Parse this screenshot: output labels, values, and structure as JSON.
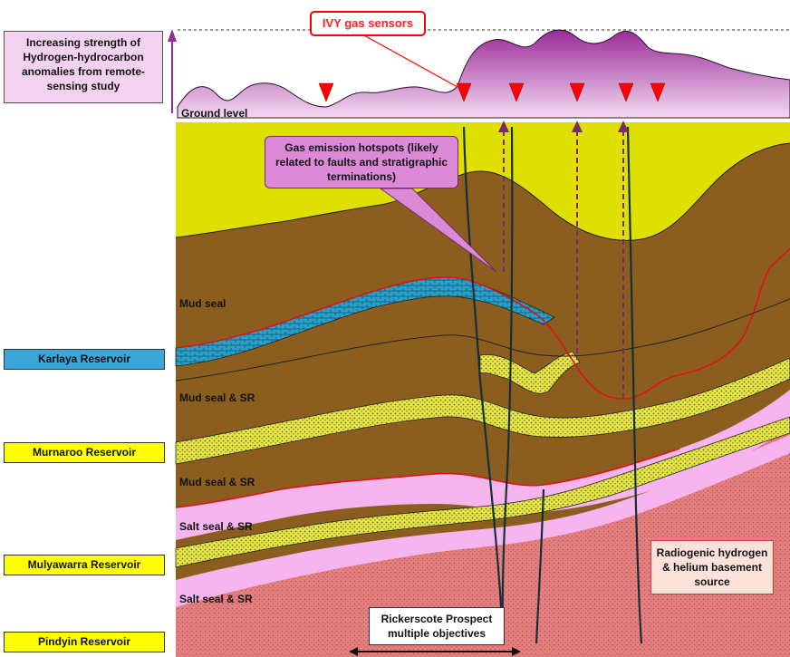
{
  "strength_label": "Increasing strength of Hydrogen-hydrocarbon anomalies from remote-sensing study",
  "sensor_label": "IVY gas sensors",
  "ground_level_label": "Ground level",
  "hotspot_label": "Gas emission hotspots (likely related to faults and stratigraphic terminations)",
  "layer_labels": {
    "mud_seal": "Mud seal",
    "mud_seal_sr_1": "Mud seal & SR",
    "mud_seal_sr_2": "Mud seal & SR",
    "salt_seal_sr_1": "Salt seal & SR",
    "salt_seal_sr_2": "Salt seal & SR"
  },
  "reservoirs": [
    {
      "name": "Karlaya Reservoir",
      "color": "#3aa7d8"
    },
    {
      "name": "Murnaroo Reservoir",
      "color": "#ffff00"
    },
    {
      "name": "Mulyawarra Reservoir",
      "color": "#ffff00"
    },
    {
      "name": "Pindyin Reservoir",
      "color": "#ffff00"
    }
  ],
  "source_label": "Radiogenic hydrogen & helium basement source",
  "prospect_label": "Rickerscote Prospect multiple objectives",
  "colors": {
    "surface_yellow": "#e0e000",
    "mud_brown": "#8b5e1f",
    "reservoir_yellow": "#e6e64a",
    "salt_pink": "#f7b5f0",
    "basement_red": "#e58080",
    "karlaya_blue": "#2aa0c8",
    "anomaly_purple": "#b23fb0",
    "fault_line": "#15303a",
    "sensor_red": "#ff0000",
    "migration_arrow": "#7a2a6a"
  }
}
